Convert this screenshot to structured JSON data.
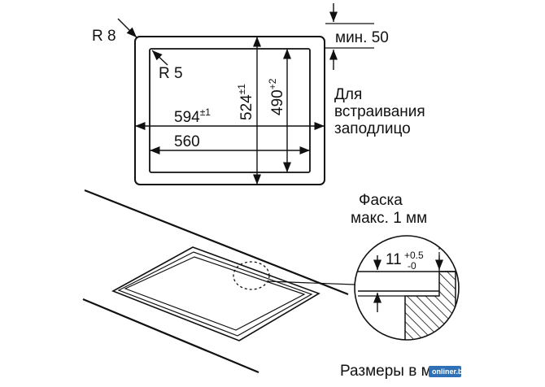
{
  "diagram": {
    "radius_outer": "R 8",
    "radius_inner": "R 5",
    "min_gap": "мин. 50",
    "flush_note": [
      "Для",
      "встраивания",
      "заподлицо"
    ],
    "width_outer": {
      "value": "594",
      "tol": "±1"
    },
    "width_inner": {
      "value": "560"
    },
    "height_outer": {
      "value": "524",
      "tol": "±1"
    },
    "height_inner": {
      "value": "490",
      "tol": "+2"
    },
    "chamfer_note": [
      "Фаска",
      "макс. 1 мм"
    ],
    "detail_depth": {
      "value": "11",
      "tol_plus": "+0.5",
      "tol_minus": "-0"
    },
    "units_note": "Размеры в мм",
    "watermark": "onliner.by"
  },
  "colors": {
    "line": "#111111",
    "watermark_bg": "#2f6fb5"
  }
}
